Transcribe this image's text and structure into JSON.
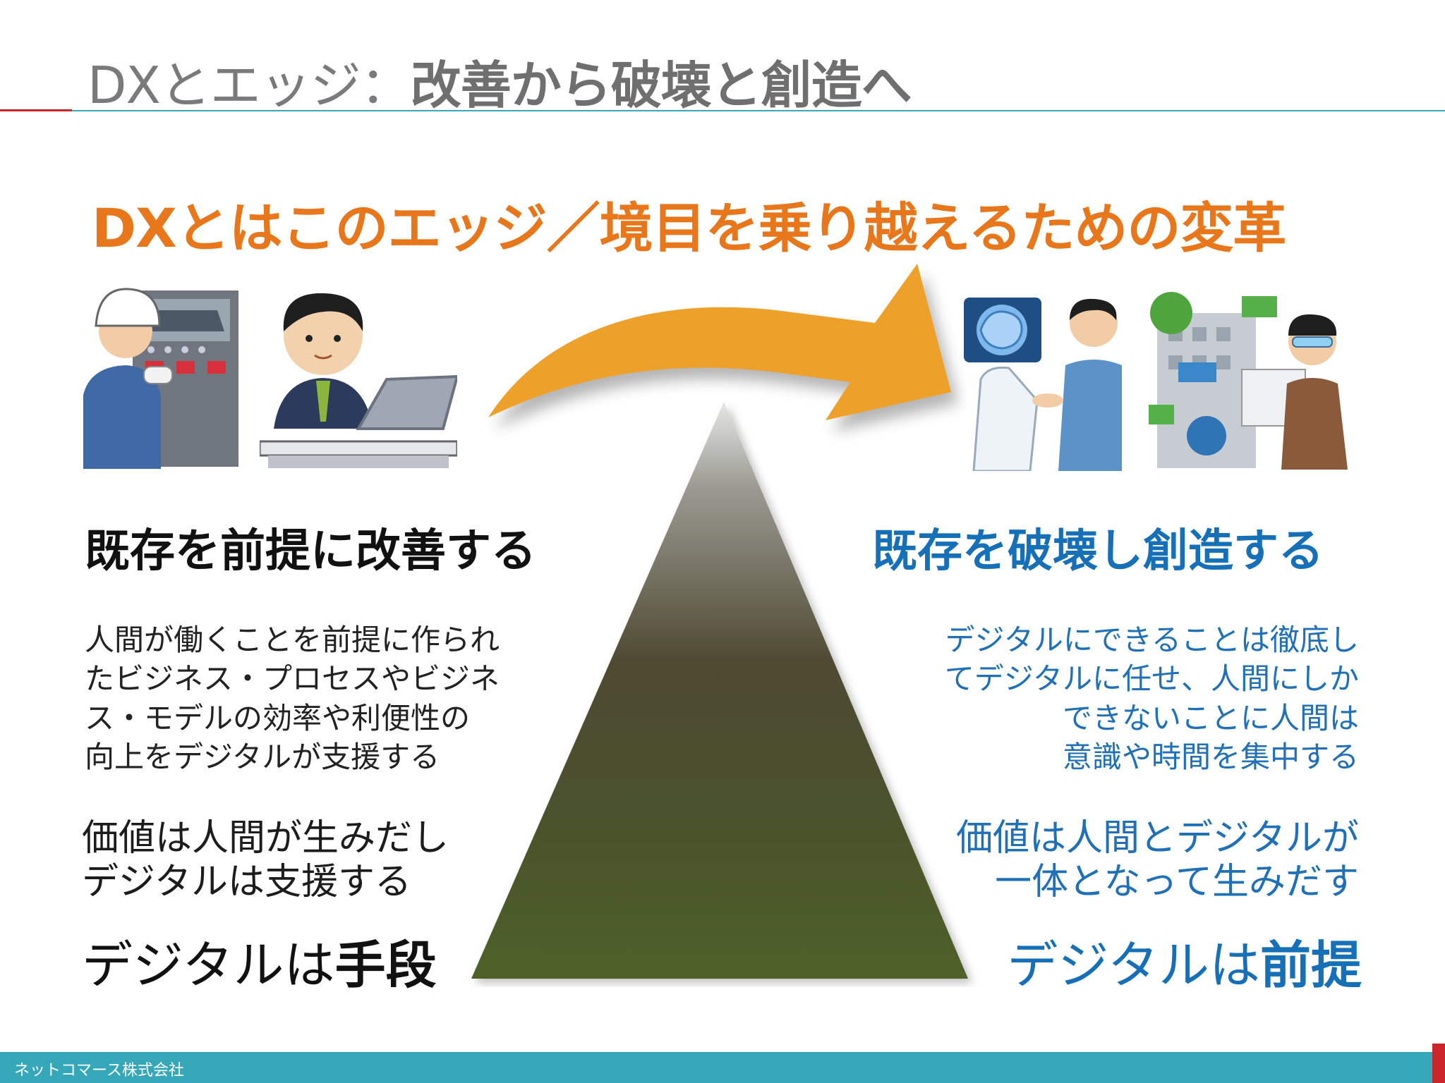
{
  "header": {
    "title_prefix": "DXとエッジ：",
    "title_main": "改善から破壊と創造へ"
  },
  "headline": "DXとはこのエッジ／境目を乗り越えるための変革",
  "left": {
    "heading": "既存を前提に改善する",
    "body_lines": [
      "人間が働くことを前提に作られ",
      "たビジネス・プロセスやビジネ",
      "ス・モデルの効率や利便性の",
      "向上をデジタルが支援する"
    ],
    "value_lines": [
      "価値は人間が生みだし",
      "デジタルは支援する"
    ],
    "means_prefix": "デジタルは",
    "means_bold": "手段"
  },
  "right": {
    "heading": "既存を破壊し創造する",
    "body_lines": [
      "デジタルにできることは徹底し",
      "てデジタルに任せ、人間にしか",
      "できないことに人間は",
      "意識や時間を集中する"
    ],
    "value_lines": [
      "価値は人間とデジタルが",
      "一体となって生みだす"
    ],
    "means_prefix": "デジタルは",
    "means_bold": "前提"
  },
  "footer": {
    "company": "ネットコマース株式会社"
  },
  "colors": {
    "headline": "#e8761a",
    "right_text": "#1670b8",
    "footer_bar": "#36a7b8",
    "accent_red": "#c9252b",
    "arrow": "#eea12a"
  },
  "icons": [
    "factory-worker-illustration",
    "office-worker-illustration",
    "robot-handshake-illustration",
    "smart-city-illustration",
    "curved-arrow-icon",
    "peak-triangle"
  ]
}
